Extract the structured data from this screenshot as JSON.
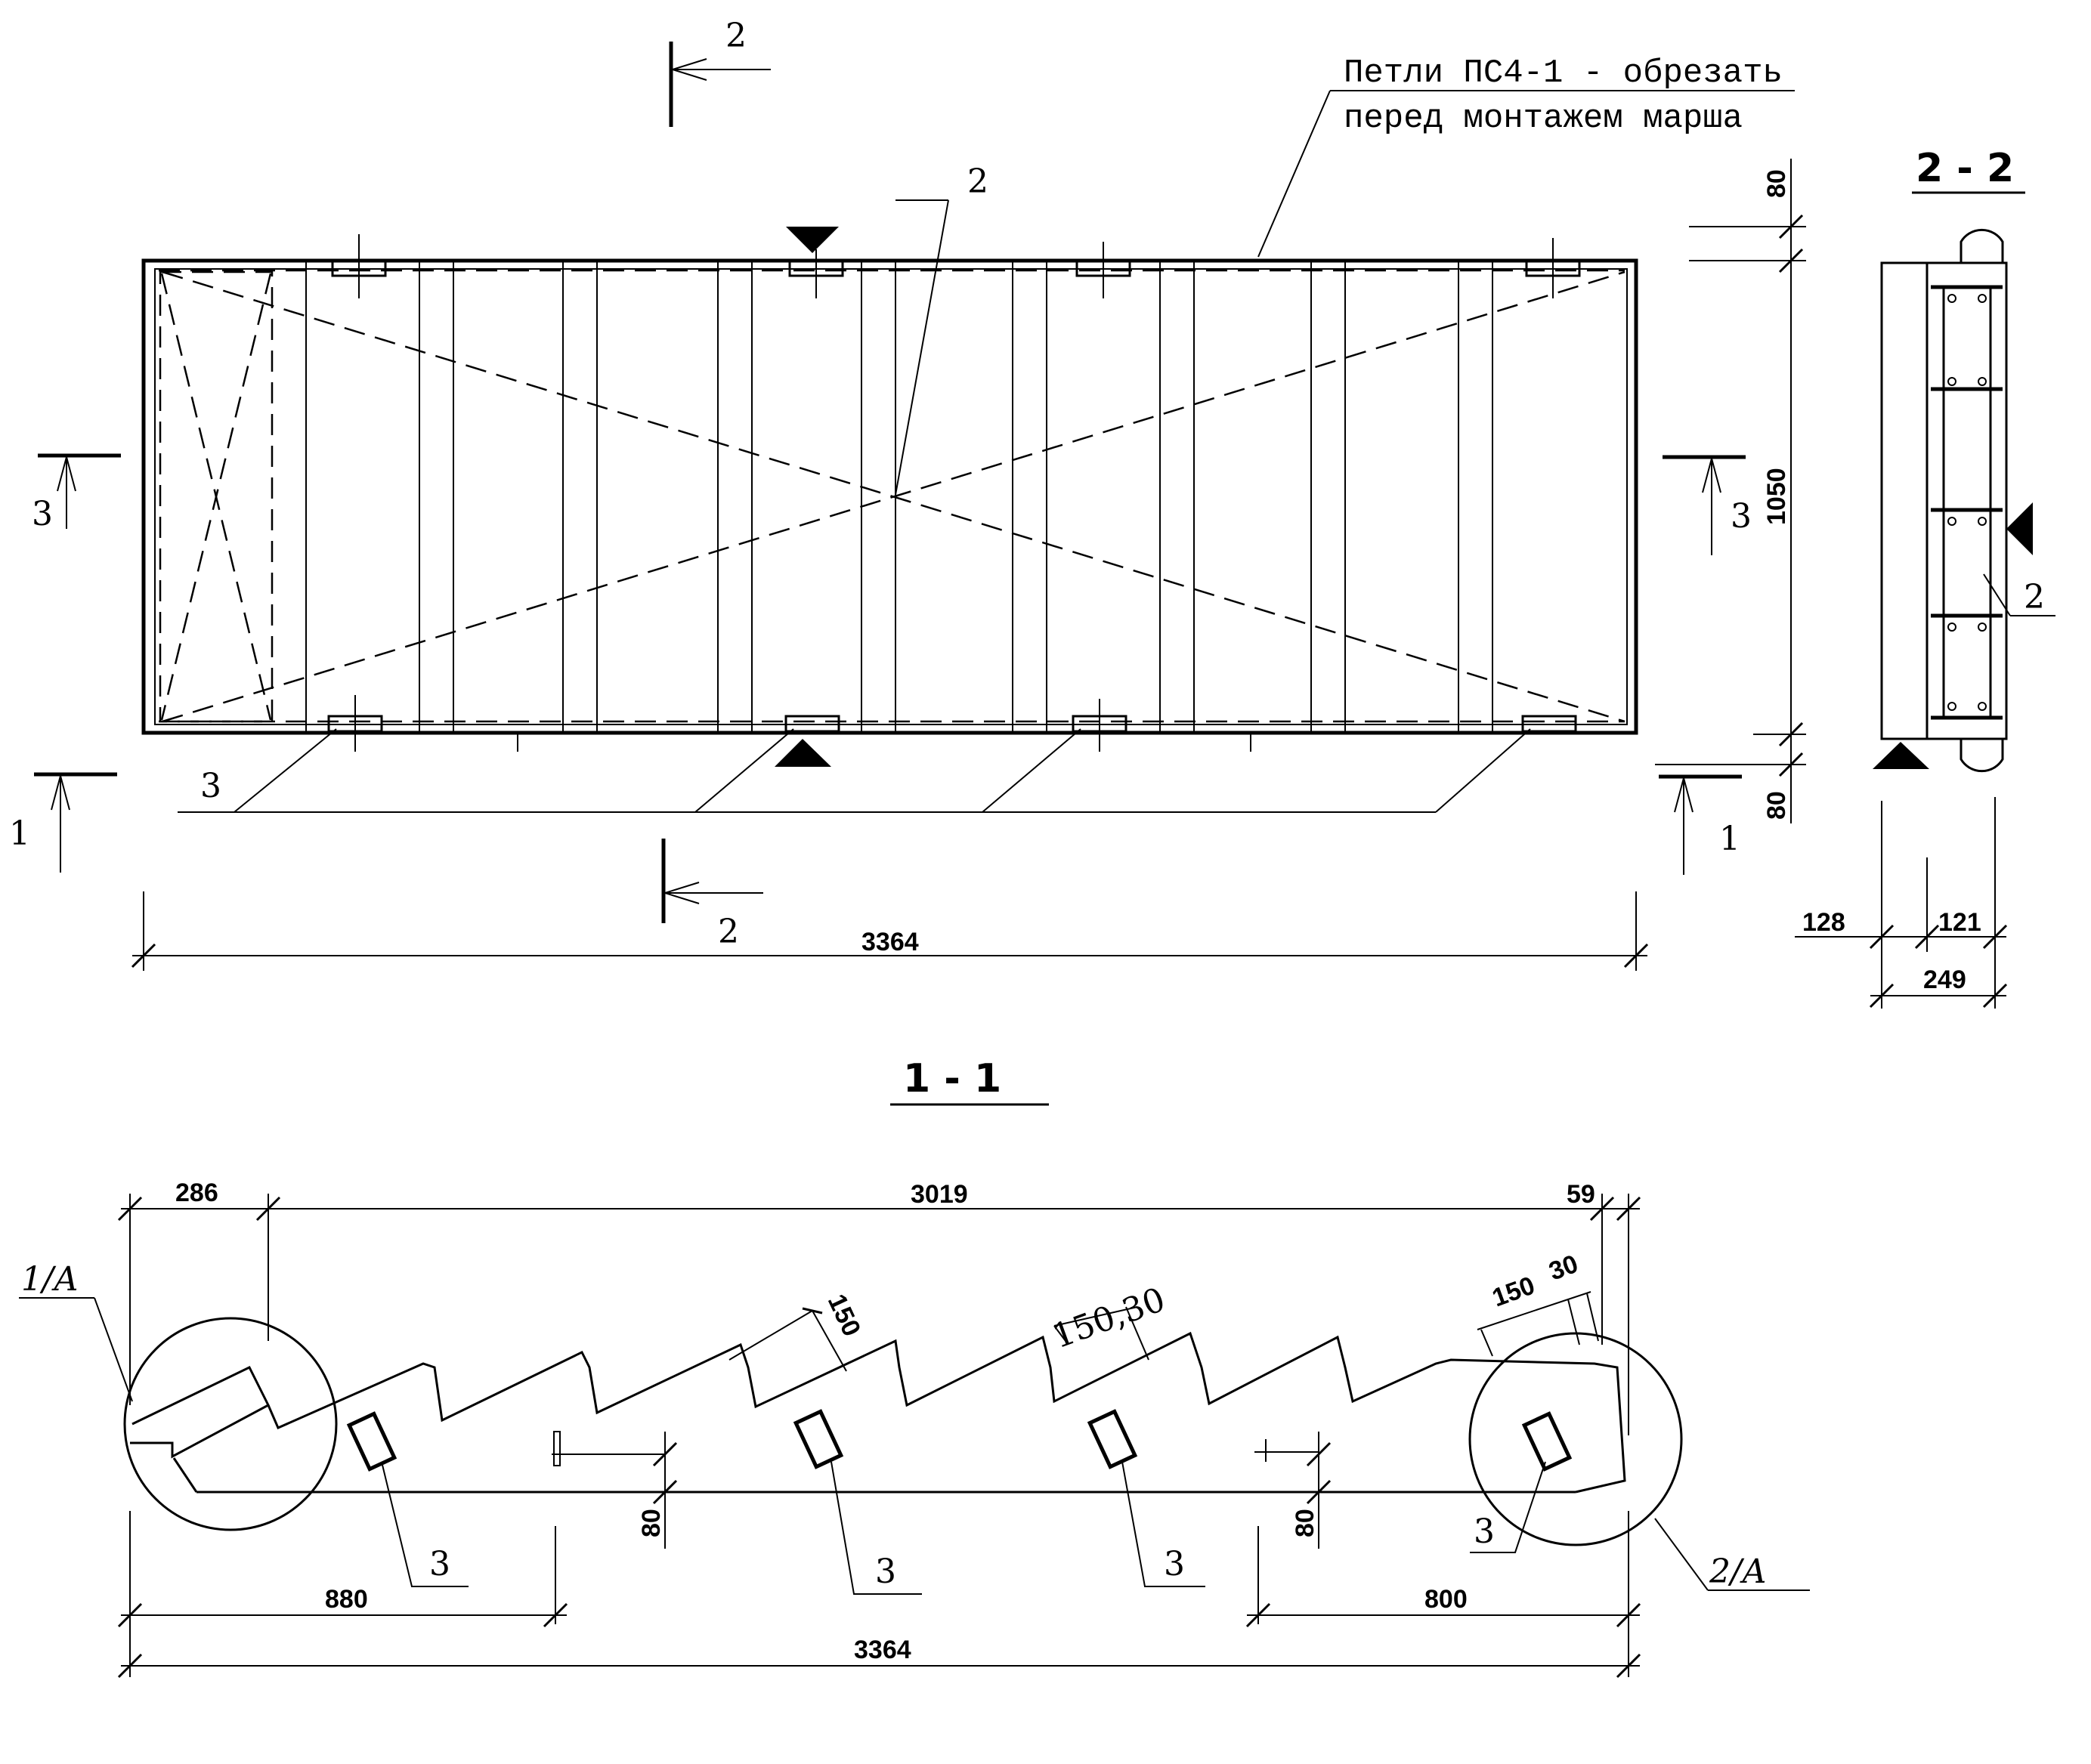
{
  "note": {
    "line1": "Петли ПС4-1 - обрезать",
    "line2": "перед монтажем марша"
  },
  "section_titles": {
    "section_2_2": "2 - 2",
    "section_1_1": "1 - 1"
  },
  "section_marks": {
    "mark_2": "2",
    "mark_3": "3",
    "mark_1": "1"
  },
  "callouts": {
    "pos_2": "2",
    "pos_3": "3",
    "node_1a": "1/А",
    "node_2a": "2/А"
  },
  "plan_dimensions": {
    "length": "3364",
    "width": "1050",
    "offset_top": "80",
    "offset_bottom": "80"
  },
  "section_2_2_dimensions": {
    "left": "128",
    "right": "121",
    "total": "249"
  },
  "section_1_1_dimensions": {
    "left_top": "286",
    "middle_top": "3019",
    "right_top": "59",
    "step_tread": "150",
    "step_offset": "30",
    "step_mid_label": "150,30",
    "height_80": "80",
    "left_bottom": "880",
    "right_bottom": "800",
    "total": "3364"
  }
}
